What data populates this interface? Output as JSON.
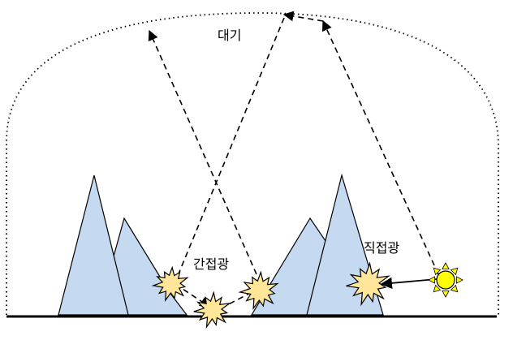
{
  "labels": {
    "atmosphere": "대기",
    "indirect_light": "간접광",
    "direct_light": "직접광"
  },
  "colors": {
    "mountain_fill": "#c5d9f1",
    "burst_fill": "#ffe699",
    "sun_fill": "#ffff00",
    "line": "#000000"
  }
}
